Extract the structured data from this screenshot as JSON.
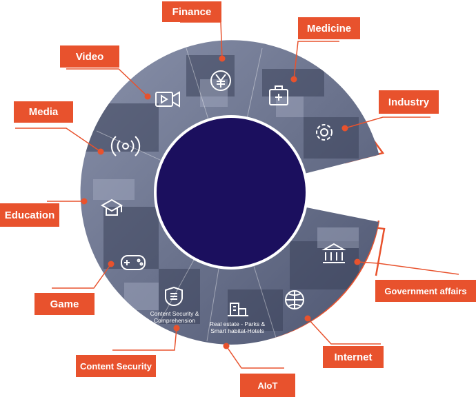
{
  "colors": {
    "accent": "#e8522d",
    "ring": "#e8522d",
    "center": "#1b0f5e",
    "wedge": "#6f7894",
    "icon": "#ffffff"
  },
  "labels": {
    "finance": "Finance",
    "medicine": "Medicine",
    "video": "Video",
    "industry": "Industry",
    "media": "Media",
    "education": "Education",
    "government": "Government affairs",
    "game": "Game",
    "internet": "Internet",
    "content_security": "Content Security",
    "aiot": "AIoT"
  },
  "wedge_text": {
    "content_security_line1": "Content Security &",
    "content_security_line2": "Comprehension",
    "realestate_line1": "Real estate  - Parks &",
    "realestate_line2": "Smart habitat-Hotels"
  },
  "icons": {
    "finance": "yen-coin-icon",
    "medicine": "medical-kit-icon",
    "video": "video-camera-icon",
    "industry": "gear-icon",
    "media": "broadcast-icon",
    "education": "graduation-cap-icon",
    "government": "government-building-icon",
    "game": "gamepad-icon",
    "internet": "globe-icon",
    "content_security": "shield-document-icon",
    "aiot": "building-icon"
  }
}
